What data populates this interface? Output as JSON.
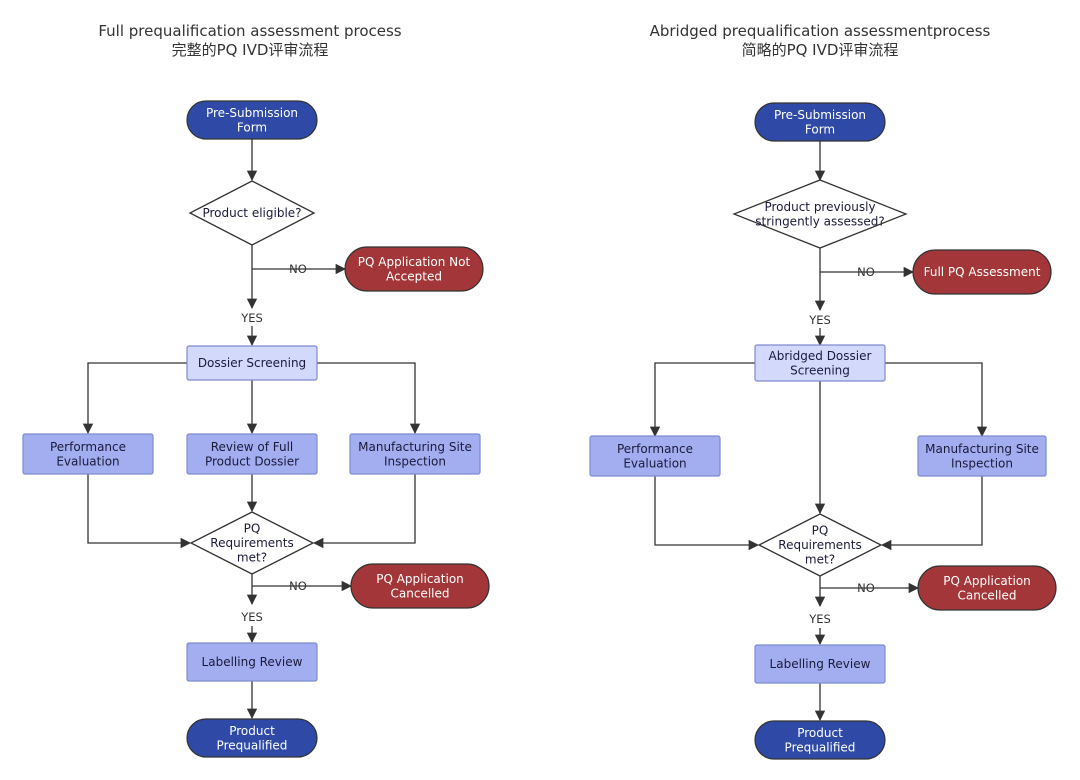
{
  "left": {
    "title_en": "Full prequalification assessment process",
    "title_zh": "完整的PQ IVD评审流程",
    "nodes": {
      "pre_submission": [
        "Pre-Submission",
        "Form"
      ],
      "eligible": [
        "Product eligible?"
      ],
      "not_accepted": [
        "PQ Application Not",
        "Accepted"
      ],
      "dossier_screening": [
        "Dossier Screening"
      ],
      "performance_eval": [
        "Performance",
        "Evaluation"
      ],
      "review_dossier": [
        "Review of Full",
        "Product Dossier"
      ],
      "site_inspection": [
        "Manufacturing Site",
        "Inspection"
      ],
      "requirements_met": [
        "PQ",
        "Requirements",
        "met?"
      ],
      "cancelled": [
        "PQ Application",
        "Cancelled"
      ],
      "labelling_review": [
        "Labelling Review"
      ],
      "prequalified": [
        "Product",
        "Prequalified"
      ]
    },
    "labels": {
      "no1": "NO",
      "yes1": "YES",
      "no2": "NO",
      "yes2": "YES"
    }
  },
  "right": {
    "title_en": "Abridged prequalification assessmentprocess",
    "title_zh": "简略的PQ IVD评审流程",
    "nodes": {
      "pre_submission": [
        "Pre-Submission",
        "Form"
      ],
      "previously_assessed": [
        "Product previously",
        "stringently assessed?"
      ],
      "full_assessment": [
        "Full PQ Assessment"
      ],
      "dossier_screening": [
        "Abridged Dossier",
        "Screening"
      ],
      "performance_eval": [
        "Performance",
        "Evaluation"
      ],
      "site_inspection": [
        "Manufacturing Site",
        "Inspection"
      ],
      "requirements_met": [
        "PQ",
        "Requirements",
        "met?"
      ],
      "cancelled": [
        "PQ Application",
        "Cancelled"
      ],
      "labelling_review": [
        "Labelling Review"
      ],
      "prequalified": [
        "Product",
        "Prequalified"
      ]
    },
    "labels": {
      "no1": "NO",
      "yes1": "YES",
      "no2": "NO",
      "yes2": "YES"
    }
  },
  "colors": {
    "start_end": "#2e4aa6",
    "process_dark": "#a3aef0",
    "process_light": "#d3d9fb",
    "terminal_red": "#a33638",
    "decision": "#ffffff",
    "stroke": "#333333"
  }
}
